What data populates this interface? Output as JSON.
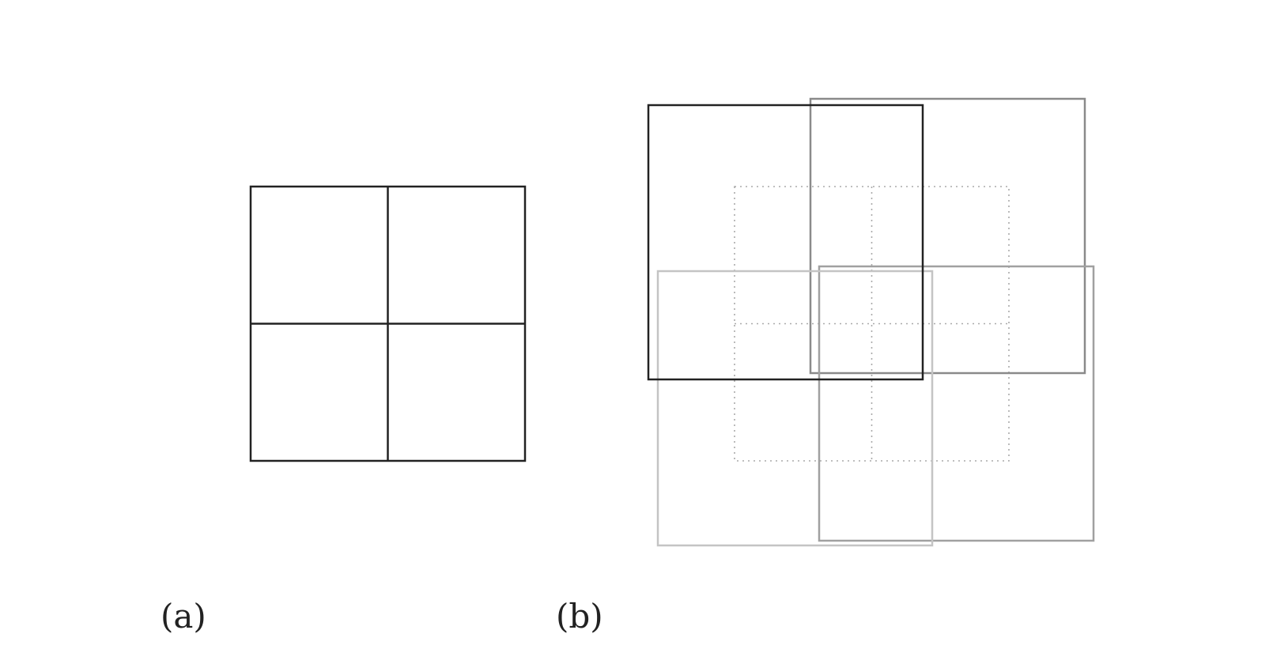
{
  "panels": [
    {
      "id": "a",
      "label": "(a)",
      "description_grid": {
        "rows": 2,
        "cols": 2
      }
    },
    {
      "id": "b",
      "label": "(b)",
      "background_grid": {
        "rows": 2,
        "cols": 2,
        "style": "dotted"
      },
      "overlapping_squares": 4
    }
  ],
  "colors": {
    "line_dark": "#222222",
    "line_gray_1": "#8a8a8a",
    "line_gray_2": "#a0a0a0",
    "line_gray_3": "#c4c4c4",
    "dotted": "#aaaaaa",
    "background": "#ffffff"
  }
}
